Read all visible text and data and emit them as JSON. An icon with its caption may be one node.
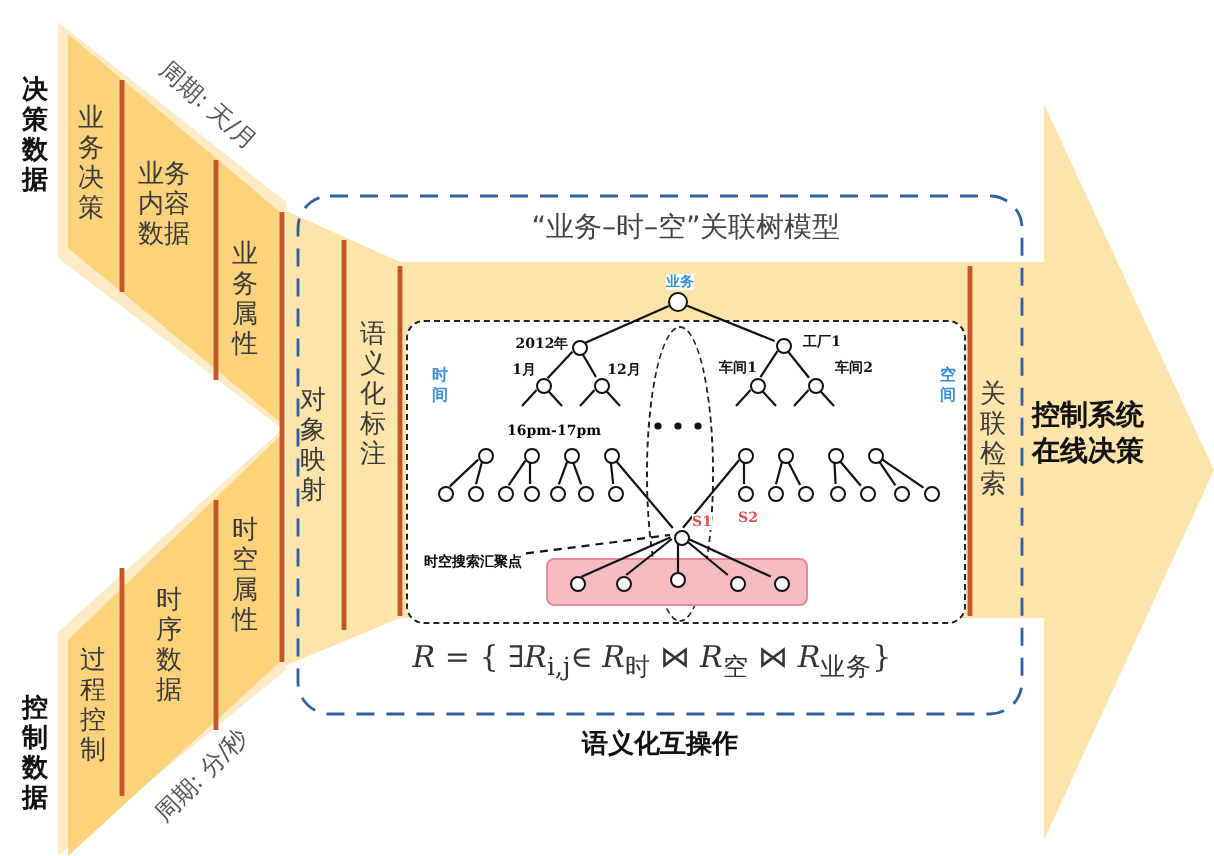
{
  "diagram": {
    "nodes": [
      {
        "text": [
          "业务决策"
        ]
      },
      {
        "text": [
          "业务内容数据"
        ]
      },
      {
        "text": [
          "业务属性"
        ]
      },
      {
        "text": [
          "过程控制"
        ]
      },
      {
        "text": [
          "时序数据"
        ]
      },
      {
        "text": [
          "时空属性"
        ]
      },
      {
        "text": [
          "语义化互操作"
        ]
      },
      {
        "text": [
          "对象映射"
        ],
        "in": 6
      },
      {
        "text": [
          "语义化标注"
        ],
        "in": 6
      },
      {
        "text": [
          "“业务–时–空”关联树模型"
        ],
        "in": 6
      },
      {
        "text": [
          "关联检索"
        ],
        "in": 6
      },
      {
        "text": [
          "控制系统在线决策"
        ]
      },
      {
        "text": [
          "时间",
          "空间"
        ],
        "in": 9
      },
      {
        "text": [
          "业务"
        ],
        "in": 9
      },
      {
        "text": [
          "2012年"
        ],
        "in": 12
      },
      {
        "text": [
          "工厂1"
        ],
        "in": 12
      },
      {
        "text": [
          "1月"
        ],
        "in": 12
      },
      {
        "text": [
          "12月"
        ],
        "in": 12
      },
      {
        "text": [
          "车间1"
        ],
        "in": 12
      },
      {
        "text": [
          "车间2"
        ],
        "in": 12
      },
      {
        "text": [],
        "shape": "circle",
        "in": 12
      },
      {
        "text": [],
        "shape": "circle",
        "in": 12
      },
      {
        "text": [],
        "shape": "circle",
        "in": 12
      },
      {
        "text": [],
        "shape": "circle",
        "in": 12
      },
      {
        "text": [],
        "shape": "circle",
        "in": 12
      },
      {
        "text": [],
        "shape": "circle",
        "in": 12
      },
      {
        "text": [],
        "shape": "circle",
        "in": 12
      },
      {
        "text": [],
        "shape": "circle",
        "in": 12
      },
      {
        "text": [],
        "shape": "circle",
        "in": 12
      },
      {
        "text": [],
        "shape": "circle",
        "in": 12
      },
      {
        "text": [],
        "shape": "circle",
        "in": 12
      },
      {
        "text": [],
        "shape": "circle",
        "in": 12
      },
      {
        "text": [],
        "shape": "circle",
        "in": 12
      },
      {
        "text": [],
        "shape": "circle",
        "in": 12
      },
      {
        "text": [],
        "shape": "circle",
        "in": 12
      },
      {
        "text": [
          "S2"
        ],
        "in": 12
      },
      {
        "text": [],
        "shape": "circle",
        "in": 12
      },
      {
        "text": [],
        "shape": "circle",
        "in": 12
      },
      {
        "text": [],
        "shape": "circle",
        "in": 12
      },
      {
        "text": [],
        "shape": "circle",
        "in": 12
      },
      {
        "text": [],
        "shape": "circle",
        "in": 12
      },
      {
        "text": [],
        "shape": "circle",
        "in": 12
      },
      {
        "text": [],
        "shape": "ellipse",
        "in": 12
      },
      {
        "text": [
          "S1"
        ],
        "in": 42
      },
      {
        "text": [],
        "shape": "box",
        "in": 12
      },
      {
        "text": [],
        "shape": "circle",
        "in": 44
      },
      {
        "text": [],
        "shape": "circle",
        "in": 44
      },
      {
        "text": [],
        "shape": "circle"
      },
      {
        "text": [],
        "shape": "circle",
        "in": 44
      },
      {
        "text": [],
        "shape": "circle",
        "in": 44
      },
      {
        "text": [
          "时空搜索汇聚点"
        ],
        "in": 12
      }
    ],
    "edges": [
      {
        "from": 13,
        "to": 14,
        "arrow": "none"
      },
      {
        "from": 13,
        "to": 15,
        "arrow": "none"
      },
      {
        "from": 14,
        "to": 16,
        "arrow": "none"
      },
      {
        "from": 14,
        "to": 17,
        "arrow": "none"
      },
      {
        "from": 15,
        "to": 18,
        "arrow": "none"
      },
      {
        "from": 15,
        "to": 19,
        "arrow": "none"
      },
      {
        "from": 16,
        "to": null,
        "arrow": "none"
      },
      {
        "from": 16,
        "to": null,
        "arrow": "none"
      },
      {
        "from": 17,
        "to": null,
        "arrow": "none"
      },
      {
        "from": 17,
        "to": null,
        "arrow": "none"
      },
      {
        "from": 18,
        "to": null,
        "arrow": "none"
      },
      {
        "from": 18,
        "to": null,
        "arrow": "none"
      },
      {
        "from": 19,
        "to": null,
        "arrow": "none"
      },
      {
        "from": 19,
        "to": null,
        "arrow": "none"
      },
      {
        "from": 20,
        "to": 28,
        "arrow": "none"
      },
      {
        "from": 20,
        "to": 29,
        "arrow": "none"
      },
      {
        "from": 21,
        "to": 30,
        "arrow": "none"
      },
      {
        "from": 21,
        "to": 31,
        "arrow": "none"
      },
      {
        "from": 22,
        "to": 32,
        "arrow": "none"
      },
      {
        "from": 22,
        "to": 33,
        "arrow": "none"
      },
      {
        "from": 23,
        "to": 34,
        "arrow": "none"
      },
      {
        "from": 23,
        "to": 43,
        "arrow": "none"
      },
      {
        "from": 24,
        "to": 35,
        "arrow": "none"
      },
      {
        "from": 24,
        "to": 43,
        "arrow": "none"
      },
      {
        "from": 25,
        "to": 36,
        "arrow": "none"
      },
      {
        "from": 25,
        "to": 37,
        "arrow": "none"
      },
      {
        "from": 26,
        "to": 38,
        "arrow": "none"
      },
      {
        "from": 26,
        "to": 39,
        "arrow": "none"
      },
      {
        "from": 27,
        "to": 40,
        "arrow": "none"
      },
      {
        "from": 27,
        "to": 41,
        "arrow": "none"
      },
      {
        "from": 43,
        "to": 45,
        "arrow": "none"
      },
      {
        "from": 43,
        "to": 46,
        "arrow": "none"
      },
      {
        "from": 43,
        "to": 47,
        "arrow": "none"
      },
      {
        "from": 43,
        "to": 48,
        "arrow": "none"
      },
      {
        "from": 43,
        "to": 49,
        "arrow": "none"
      },
      {
        "from": 50,
        "to": 43,
        "arrow": "none",
        "style": "dashed"
      }
    ],
    "labels": [
      "决策数据",
      "周期: 天/月",
      "控制数据",
      "周期: 分/秒",
      "16pm-17pm",
      "*R* = { ∃*R*$_{i,j}$∈ *R*$_{时}$ ⋈ *R*$_{空}$ ⋈ *R*$_{业务}$}"
    ]
  }
}
